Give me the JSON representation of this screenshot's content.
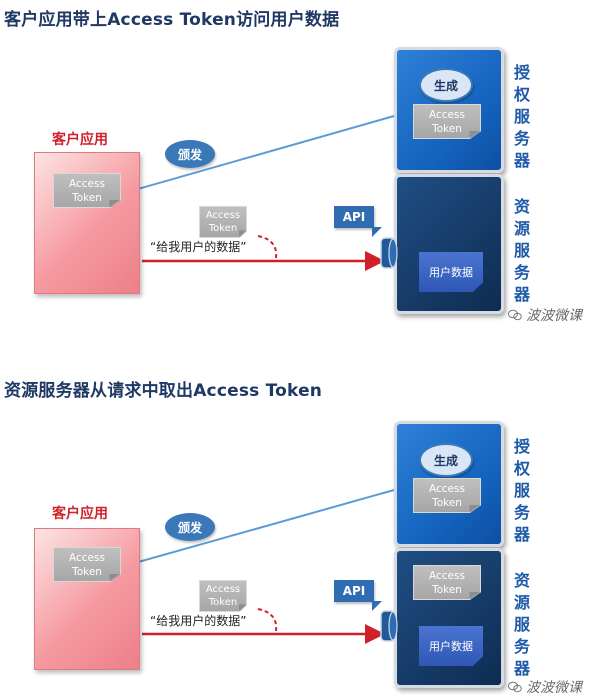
{
  "sections": [
    {
      "title": "客户应用带上Access Token访问用户数据",
      "client_label": "客户应用",
      "token_line1": "Access",
      "token_line2": "Token",
      "issue_label": "颁发",
      "generate_label": "生成",
      "quote": "“给我用户的数据”",
      "api_label": "API",
      "userdata_label": "用户数据",
      "auth_label": [
        "授",
        "权",
        "服",
        "务",
        "器"
      ],
      "resource_label": [
        "资",
        "源",
        "服",
        "务",
        "器"
      ]
    },
    {
      "title": "资源服务器从请求中取出Access Token",
      "client_label": "客户应用",
      "token_line1": "Access",
      "token_line2": "Token",
      "issue_label": "颁发",
      "generate_label": "生成",
      "quote": "“给我用户的数据”",
      "api_label": "API",
      "userdata_label": "用户数据",
      "auth_label": [
        "授",
        "权",
        "服",
        "务",
        "器"
      ],
      "resource_label": [
        "资",
        "源",
        "服",
        "务",
        "器"
      ]
    }
  ],
  "watermark": "波波微课",
  "colors": {
    "title": "#1f3864",
    "client_label": "#d0202a",
    "request_arrow": "#d0202a",
    "issue_arrow": "#5b9bd5",
    "auth_box": "#1565c0",
    "resource_box": "#153a66"
  }
}
